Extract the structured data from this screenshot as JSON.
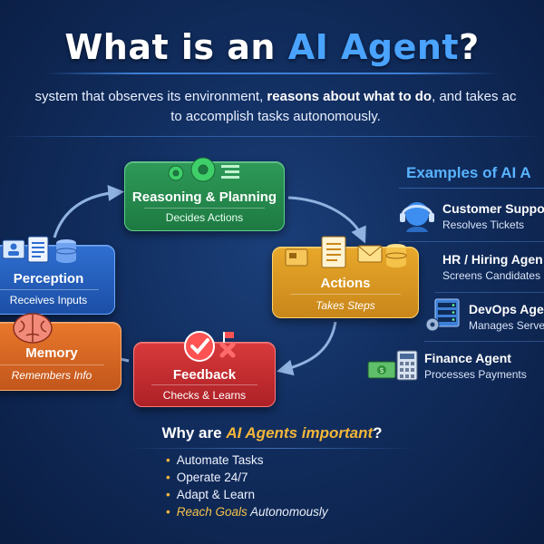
{
  "header": {
    "title_prefix": "What is an ",
    "title_highlight": "AI Agent",
    "title_suffix": "?",
    "subtitle_line1_a": "system that observes its environment, ",
    "subtitle_line1_b": "reasons about what to do",
    "subtitle_line1_c": ", and takes ac",
    "subtitle_line2": "to accomplish tasks autonomously."
  },
  "cycle": {
    "reasoning": {
      "title": "Reasoning & Planning",
      "subtitle": "Decides Actions"
    },
    "perception": {
      "title": "Perception",
      "subtitle": "Receives Inputs"
    },
    "actions": {
      "title": "Actions",
      "subtitle": "Takes Steps"
    },
    "memory": {
      "title": "Memory",
      "subtitle": "Remembers Info"
    },
    "feedback": {
      "title": "Feedback",
      "subtitle": "Checks & Learns"
    }
  },
  "examples": {
    "title": "Examples of AI A",
    "items": [
      {
        "name": "Customer Suppo",
        "desc": "Resolves Tickets",
        "icon": "headset-agent-icon"
      },
      {
        "name": "HR / Hiring Agen",
        "desc": "Screens Candidates",
        "icon": "person-icon"
      },
      {
        "name": "DevOps Age",
        "desc": "Manages Serve",
        "icon": "server-icon"
      },
      {
        "name": "Finance Agent",
        "desc": "Processes Payments",
        "icon": "money-calculator-icon"
      }
    ]
  },
  "why": {
    "title_prefix": "Why are ",
    "title_highlight": "AI Agents important",
    "title_suffix": "?",
    "items": [
      "Automate Tasks",
      "Operate 24/7",
      "Adapt & Learn"
    ],
    "last_highlight": "Reach Goals",
    "last_rest": " Autonomously"
  },
  "colors": {
    "background": "#112d5e",
    "reasoning": "#2e9a58",
    "perception": "#2f6fd1",
    "actions": "#e8a82a",
    "memory": "#e9782b",
    "feedback": "#d9393b",
    "accent_blue": "#4aa3ff",
    "accent_gold": "#f4b63a"
  }
}
